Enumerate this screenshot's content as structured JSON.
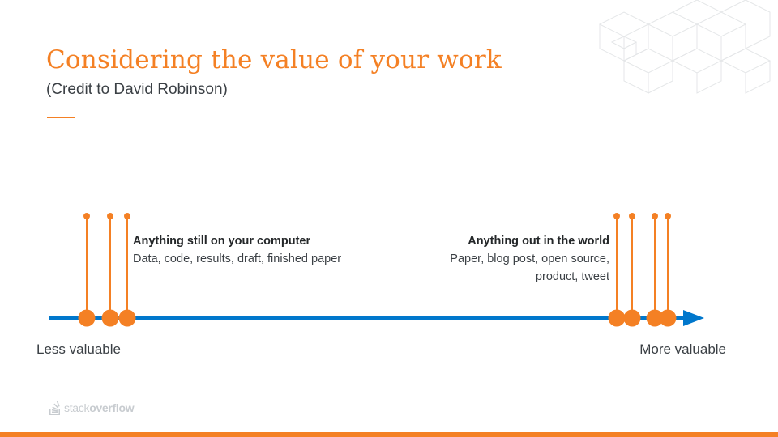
{
  "slide": {
    "title": "Considering the value of your work",
    "subtitle": "(Credit to David Robinson)"
  },
  "scale": {
    "left_label": "Less valuable",
    "right_label": "More valuable",
    "arrow_color": "#0077cc",
    "marker_color": "#f48024"
  },
  "groups": [
    {
      "heading": "Anything still on your computer",
      "detail": "Data, code, results, draft, finished paper",
      "marker_count": 3
    },
    {
      "heading": "Anything out in the world",
      "detail_line1": "Paper, blog post, open source,",
      "detail_line2": "product, tweet",
      "marker_count": 4
    }
  ],
  "logo": {
    "text_light": "stack",
    "text_bold": "overflow",
    "icon": "stackoverflow-logo-icon"
  }
}
